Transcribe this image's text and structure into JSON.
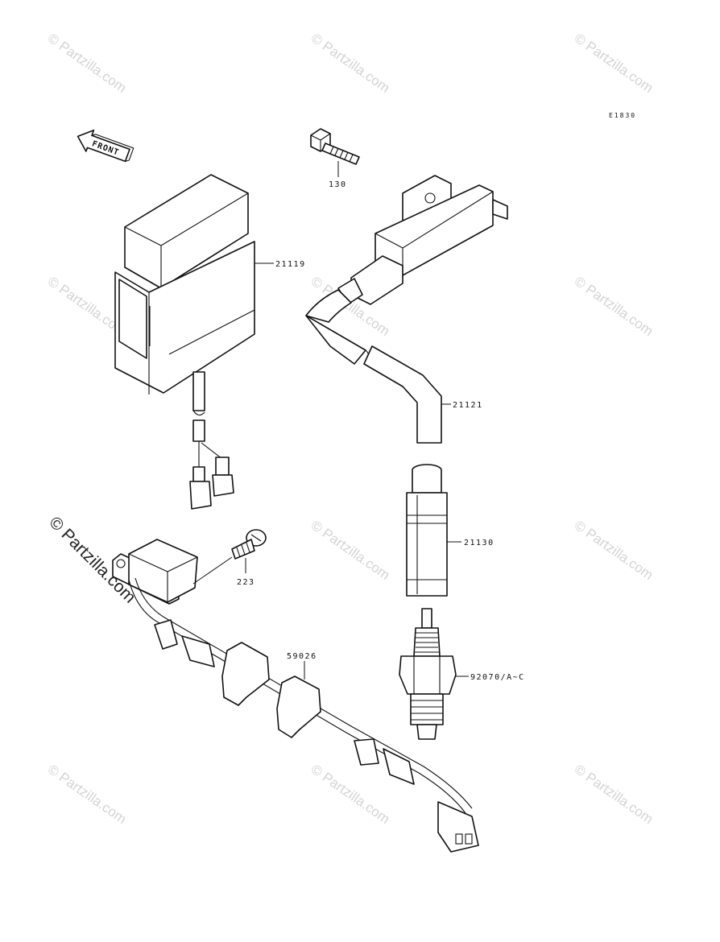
{
  "diagram_code": "E1830",
  "front_arrow": {
    "text": "FRONT",
    "icon": "front-arrow-icon"
  },
  "watermark": {
    "text": "© Partzilla.com",
    "color": "#d4d4d4",
    "prominent_color": "#222222"
  },
  "parts": [
    {
      "id": "bolt",
      "number": "130"
    },
    {
      "id": "igniter",
      "number": "21119"
    },
    {
      "id": "ignition-coil",
      "number": "21121"
    },
    {
      "id": "plug-cap",
      "number": "21130"
    },
    {
      "id": "screw",
      "number": "223"
    },
    {
      "id": "wiring-harness",
      "number": "59026"
    },
    {
      "id": "spark-plug",
      "number": "92070/A~C"
    }
  ]
}
